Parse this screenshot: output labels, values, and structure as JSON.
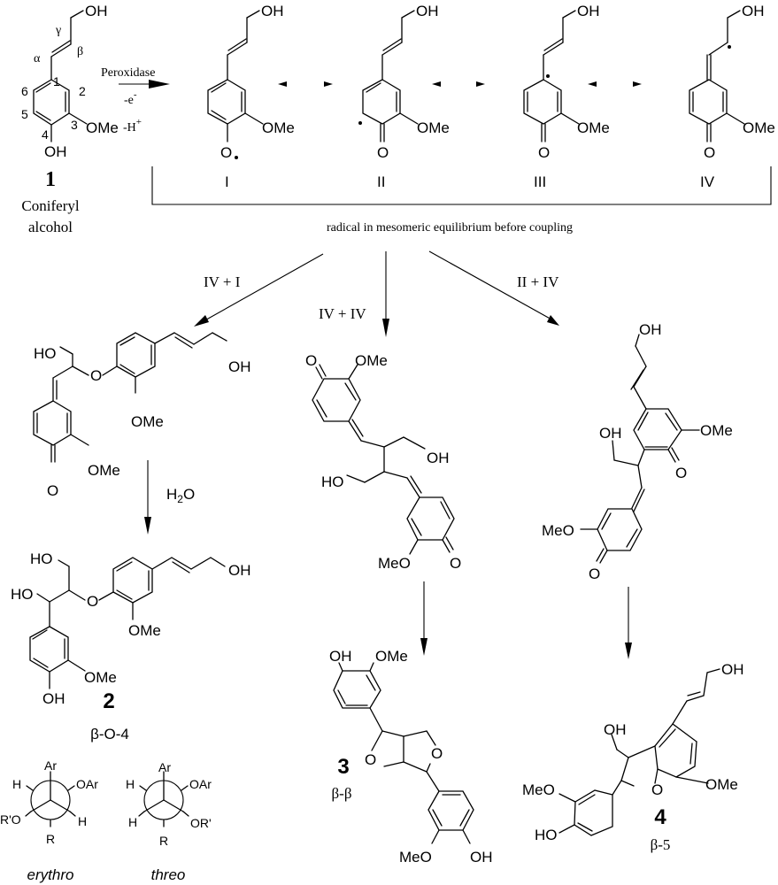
{
  "title": "Peroxidase-mediated radical coupling of coniferyl alcohol",
  "reactant": {
    "number": "1",
    "name_line1": "Coniferyl",
    "name_line2": "alcohol",
    "labels": {
      "gamma": "γ",
      "beta": "β",
      "alpha": "α",
      "c1": "1",
      "c2": "2",
      "c3": "3",
      "c4": "4",
      "c5": "5",
      "c6": "6",
      "oh_top": "OH",
      "ome": "OMe",
      "oh_bottom": "OH"
    }
  },
  "reaction": {
    "reagent": "Peroxidase",
    "electron": "-e",
    "electron_sup": "-",
    "proton": "-H",
    "proton_sup": "+"
  },
  "radicals": [
    {
      "id": "I",
      "label": "I",
      "oh": "OH",
      "ome": "OMe",
      "o": "O"
    },
    {
      "id": "II",
      "label": "II",
      "oh": "OH",
      "ome": "OMe",
      "o": "O"
    },
    {
      "id": "III",
      "label": "III",
      "oh": "OH",
      "ome": "OMe",
      "o": "O"
    },
    {
      "id": "IV",
      "label": "IV",
      "oh": "OH",
      "ome": "OMe",
      "o": "O"
    }
  ],
  "bracket_caption": "radical in mesomeric equilibrium before coupling",
  "couplings": [
    {
      "label": "IV + I"
    },
    {
      "label": "IV + IV"
    },
    {
      "label": "II + IV"
    }
  ],
  "intermediates": {
    "beta_o_4": {
      "ho": "HO",
      "o": "O",
      "oh": "OH",
      "ome1": "OMe",
      "ome2": "OMe",
      "o_keto": "O"
    },
    "beta_beta": {
      "o1": "O",
      "ome": "OMe",
      "oh": "OH",
      "ho": "HO",
      "meo": "MeO",
      "o2": "O"
    },
    "beta_5": {
      "oh_top": "OH",
      "oh": "OH",
      "ome": "OMe",
      "o1": "O",
      "meo": "MeO",
      "o2": "O"
    }
  },
  "water_step": {
    "label_h": "H",
    "label_sub": "2",
    "label_o": "O"
  },
  "products": [
    {
      "number": "2",
      "linkage": "β-O-4",
      "ho1": "HO",
      "ho2": "HO",
      "o": "O",
      "oh_end": "OH",
      "ome1": "OMe",
      "ome2": "OMe",
      "oh_ring": "OH"
    },
    {
      "number": "3",
      "linkage": "β-β",
      "oh1": "OH",
      "ome1": "OMe",
      "o1": "O",
      "o2": "O",
      "meo": "MeO",
      "oh2": "OH"
    },
    {
      "number": "4",
      "linkage": "β-5",
      "oh_end": "OH",
      "oh": "OH",
      "meo": "MeO",
      "ho": "HO",
      "o": "O",
      "ome": "OMe"
    }
  ],
  "newman": [
    {
      "name": "erythro",
      "top": "Ar",
      "upper_left": "H",
      "upper_right": "OAr",
      "lower_left": "R'O",
      "lower_right": "H",
      "bottom": "R"
    },
    {
      "name": "threo",
      "top": "Ar",
      "upper_left": "H",
      "upper_right": "OAr",
      "lower_left": "H",
      "lower_right": "OR'",
      "bottom": "R"
    }
  ]
}
